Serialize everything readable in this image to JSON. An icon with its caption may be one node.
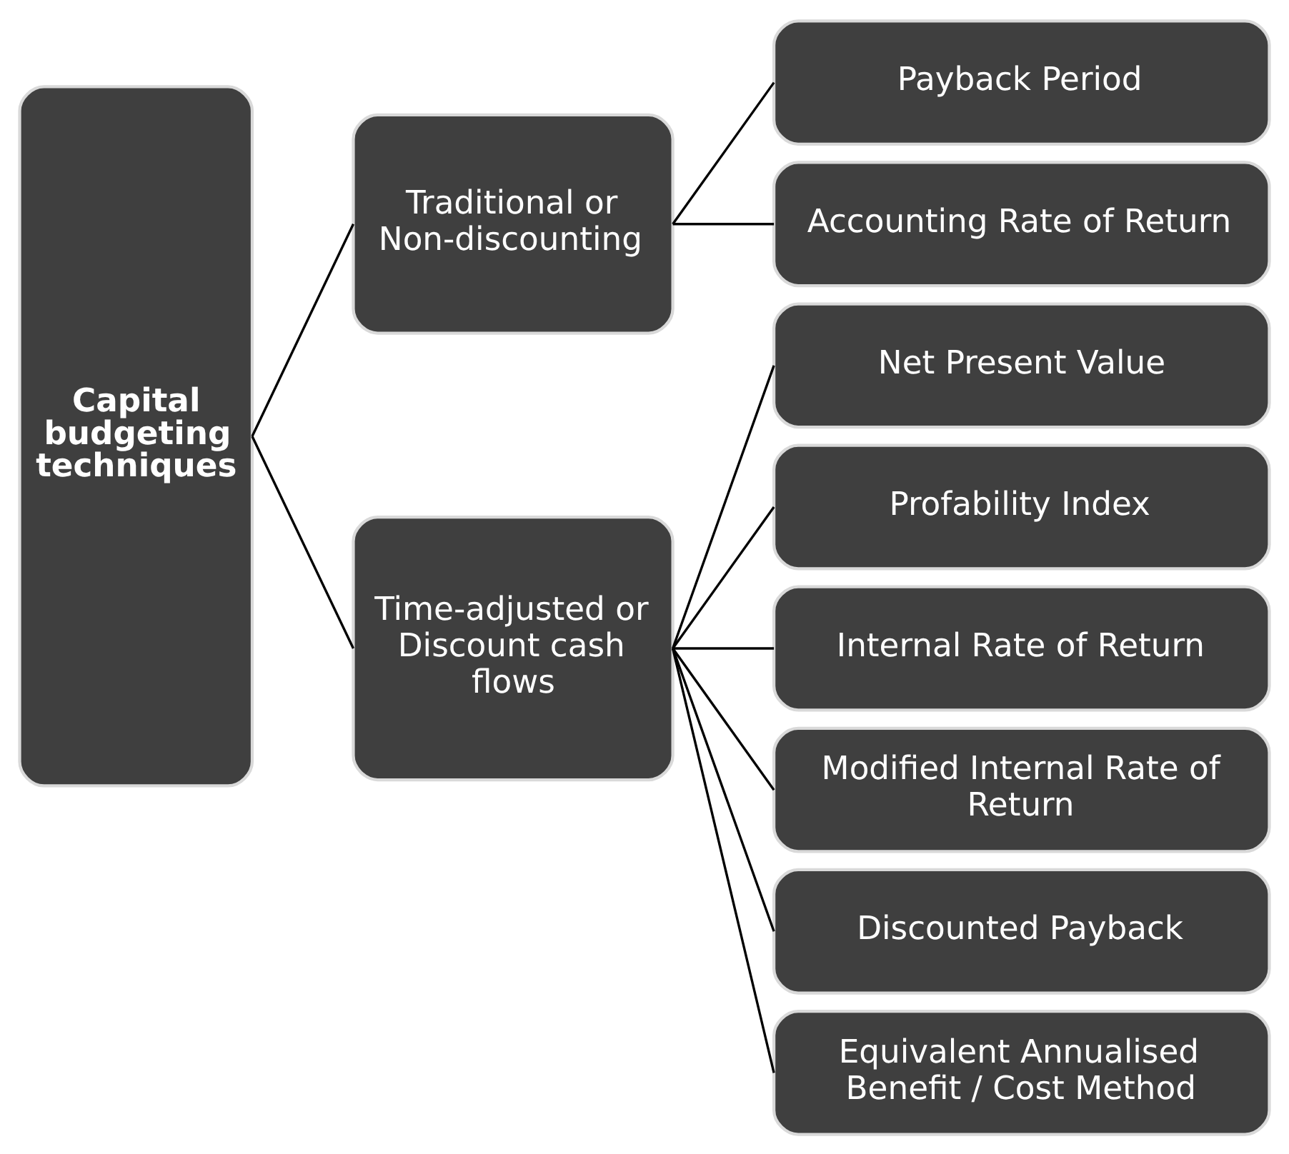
{
  "diagram": {
    "nodes": [
      {
        "text": [
          "Capital budgeting techniques"
        ]
      },
      {
        "text": [
          "Traditional or Non-discounting"
        ]
      },
      {
        "text": [
          "Payback Period"
        ]
      },
      {
        "text": [
          "Accounting Rate of Return"
        ]
      },
      {
        "text": [
          "Time-adjusted or Discount cash flows"
        ]
      },
      {
        "text": [
          "Net Present Value"
        ]
      },
      {
        "text": [
          "Profability Index"
        ]
      },
      {
        "text": [
          "Internal Rate of Return"
        ]
      },
      {
        "text": [
          "Modified Internal Rate of Return"
        ]
      },
      {
        "text": [
          "Discounted Payback"
        ]
      },
      {
        "text": [
          "Equivalent Annualised Benefit / Cost Method"
        ]
      }
    ],
    "edges": [
      {
        "from": 0,
        "to": 1,
        "arrow": "none"
      },
      {
        "from": 0,
        "to": 4,
        "arrow": "none"
      },
      {
        "from": 1,
        "to": 2,
        "arrow": "none"
      },
      {
        "from": 1,
        "to": 3,
        "arrow": "none"
      },
      {
        "from": 4,
        "to": 5,
        "arrow": "none"
      },
      {
        "from": 4,
        "to": 6,
        "arrow": "none"
      },
      {
        "from": 4,
        "to": 7,
        "arrow": "none"
      },
      {
        "from": 4,
        "to": 8,
        "arrow": "none"
      },
      {
        "from": 4,
        "to": 9,
        "arrow": "none"
      },
      {
        "from": 4,
        "to": 10,
        "arrow": "none"
      }
    ]
  }
}
